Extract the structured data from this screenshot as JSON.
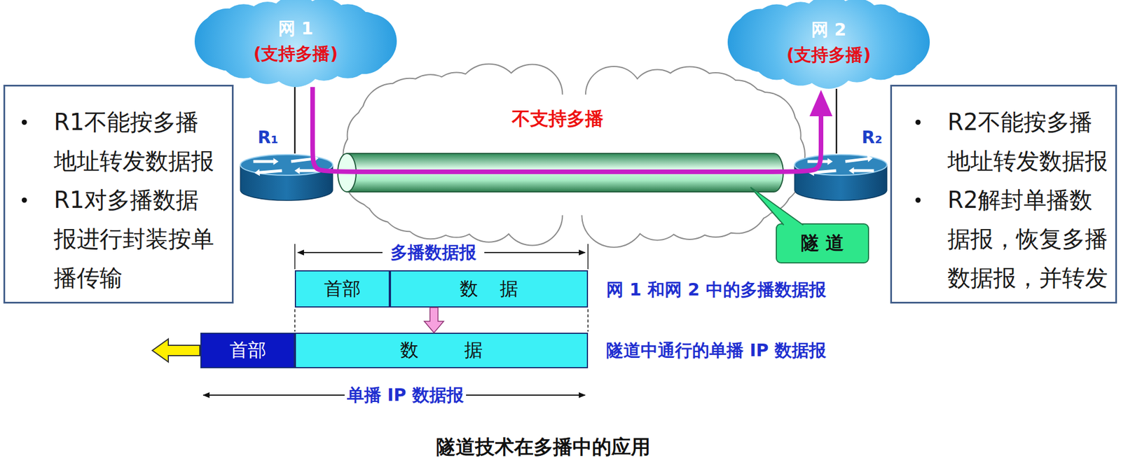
{
  "diagram": {
    "caption": "隧道技术在多播中的应用",
    "nodes": [
      {
        "text": [
          "网 1",
          "(支持多播)"
        ]
      },
      {
        "text": [
          "R1不能按多播地址转发数据报",
          "R1对多播数据报进行封装按单播传输"
        ]
      },
      {
        "text": [
          "R₁"
        ]
      },
      {
        "text": [
          "不支持多播"
        ]
      },
      {
        "text": [
          "网 2",
          "(支持多播)"
        ]
      },
      {
        "text": [
          "R₂"
        ]
      },
      {
        "text": [
          "R2不能按多播地址转发数据报",
          "R2解封单播数据报，恢复多播数据报，并转发"
        ]
      },
      {
        "text": [
          "隧 道"
        ]
      },
      {
        "text": [
          "首部"
        ]
      },
      {
        "text": [
          "数 据"
        ]
      },
      {
        "text": [
          "首部"
        ]
      },
      {
        "text": [
          "数 据"
        ]
      }
    ],
    "edges": [
      {
        "from": 0,
        "to": 4,
        "arrow": "to"
      },
      {
        "from": 0,
        "to": 2,
        "arrow": "none"
      },
      {
        "from": 4,
        "to": 5,
        "arrow": "none"
      },
      {
        "from": 9,
        "to": 11,
        "arrow": "to"
      }
    ],
    "labels": [
      "多播数据报",
      "网 1 和网 2 中的多播数据报",
      "隧道中通行的单播 IP 数据报",
      "单播 IP 数据报"
    ]
  }
}
